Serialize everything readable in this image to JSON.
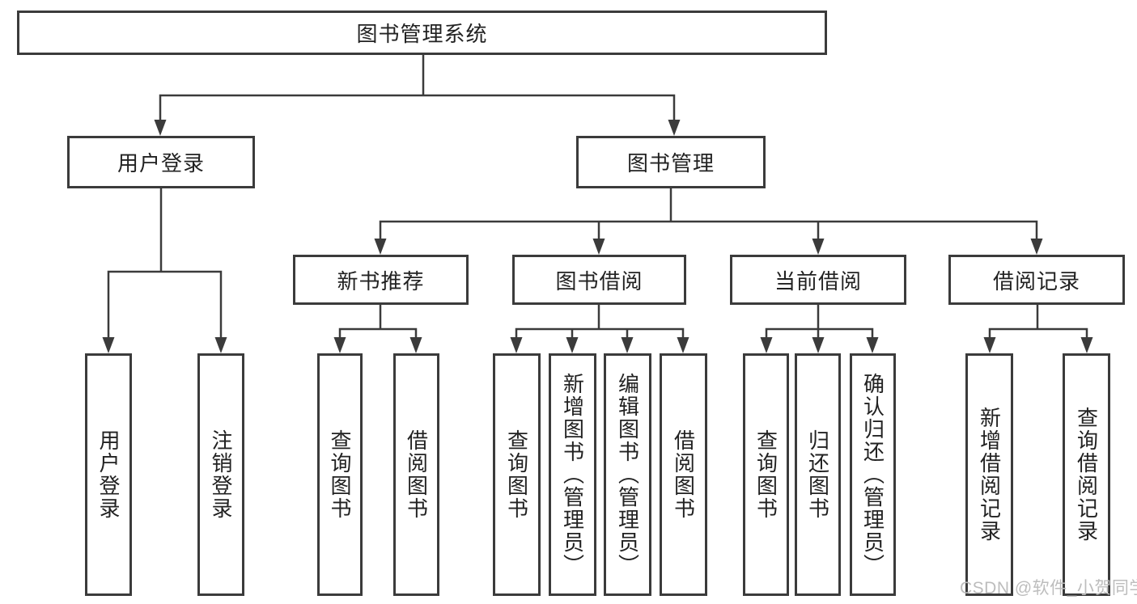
{
  "tree": {
    "label": "图书管理系统",
    "children": [
      {
        "label": "用户登录",
        "children": [
          {
            "label": "用户登录"
          },
          {
            "label": "注销登录"
          }
        ]
      },
      {
        "label": "图书管理",
        "children": [
          {
            "label": "新书推荐",
            "children": [
              {
                "label": "查询图书"
              },
              {
                "label": "借阅图书"
              }
            ]
          },
          {
            "label": "图书借阅",
            "children": [
              {
                "label": "查询图书"
              },
              {
                "label": "新增图书（管理员）"
              },
              {
                "label": "编辑图书（管理员）"
              },
              {
                "label": "借阅图书"
              }
            ]
          },
          {
            "label": "当前借阅",
            "children": [
              {
                "label": "查询图书"
              },
              {
                "label": "归还图书"
              },
              {
                "label": "确认归还（管理员）"
              }
            ]
          },
          {
            "label": "借阅记录",
            "children": [
              {
                "label": "新增借阅记录"
              },
              {
                "label": "查询借阅记录"
              }
            ]
          }
        ]
      }
    ]
  },
  "watermark": {
    "text": "CSDN @软件_小贺同学"
  },
  "colors": {
    "line": "#3b3b3b",
    "text": "#222222",
    "box_fill": "#ffffff",
    "watermark": "#bdbdbd",
    "page_bg": "#ffffff"
  }
}
